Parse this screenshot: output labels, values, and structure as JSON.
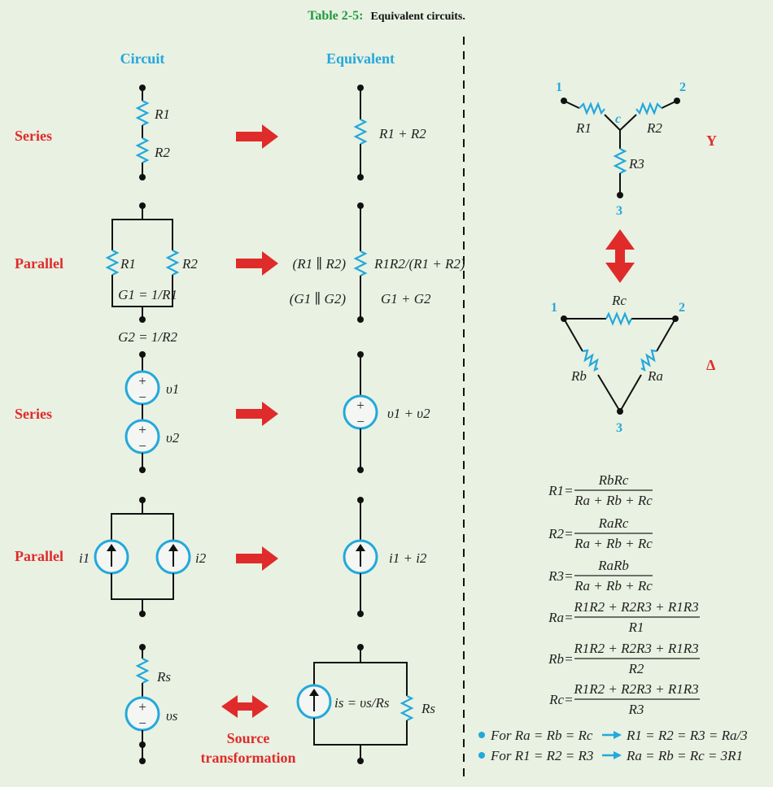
{
  "caption": {
    "number": "Table 2-5:",
    "text": "Equivalent circuits."
  },
  "headers": {
    "circuit": "Circuit",
    "equivalent": "Equivalent"
  },
  "rows": [
    {
      "label": "Series",
      "r1": "R1",
      "r2": "R2",
      "eq": "R1 + R2"
    },
    {
      "label": "Parallel",
      "r1": "R1",
      "r2": "R2",
      "g1": "G1 = 1/R1",
      "g2": "G2 = 1/R2",
      "eq_r": "(R1 ∥ R2)",
      "eq_g": "(G1 ∥ G2)",
      "eq_r_val": "R1R2/(R1 + R2)",
      "eq_g_val": "G1 + G2"
    },
    {
      "label": "Series",
      "v1": "υ1",
      "v2": "υ2",
      "eq": "υ1 + υ2"
    },
    {
      "label": "Parallel",
      "i1": "i1",
      "i2": "i2",
      "eq": "i1 + i2"
    },
    {
      "label": "Source transformation",
      "label_line1": "Source",
      "label_line2": "transformation",
      "rs": "Rs",
      "vs": "υs",
      "eq_is": "is = υs/Rs",
      "eq_rs": "Rs"
    }
  ],
  "wye": {
    "label": "Y",
    "nodes": [
      "1",
      "2",
      "3"
    ],
    "center": "c",
    "r1": "R1",
    "r2": "R2",
    "r3": "R3"
  },
  "delta": {
    "label": "Δ",
    "nodes": [
      "1",
      "2",
      "3"
    ],
    "ra": "Ra",
    "rb": "Rb",
    "rc": "Rc"
  },
  "formulas": [
    {
      "lhs": "R1",
      "num": "RbRc",
      "den": "Ra + Rb + Rc"
    },
    {
      "lhs": "R2",
      "num": "RaRc",
      "den": "Ra + Rb + Rc"
    },
    {
      "lhs": "R3",
      "num": "RaRb",
      "den": "Ra + Rb + Rc"
    },
    {
      "lhs": "Ra",
      "num": "R1R2 + R2R3 + R1R3",
      "den": "R1"
    },
    {
      "lhs": "Rb",
      "num": "R1R2 + R2R3 + R1R3",
      "den": "R2"
    },
    {
      "lhs": "Rc",
      "num": "R1R2 + R2R3 + R1R3",
      "den": "R3"
    }
  ],
  "notes": [
    {
      "condition": "For Ra = Rb = Rc",
      "result": "R1 = R2 = R3 = Ra/3"
    },
    {
      "condition": "For R1 = R2 = R3",
      "result": "Ra = Rb = Rc = 3R1"
    }
  ],
  "colors": {
    "green": "#1f9a3e",
    "blue": "#23a8dc",
    "red": "#e02b2b",
    "background": "#e9f1e2"
  }
}
